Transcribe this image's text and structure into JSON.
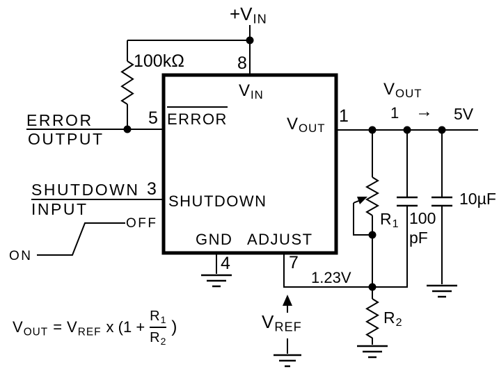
{
  "supply_label": {
    "base": "+V",
    "sub": "IN"
  },
  "pullup_resistor_value": "100kΩ",
  "ic": {
    "pin_numbers": {
      "vin": "8",
      "error": "5",
      "vout": "1",
      "shutdown": "3",
      "gnd": "4",
      "adjust": "7"
    },
    "pin_labels": {
      "vin": {
        "base": "V",
        "sub": "IN"
      },
      "error": "ERROR",
      "vout": {
        "base": "V",
        "sub": "OUT"
      },
      "shutdown": "SHUTDOWN",
      "gnd": "GND",
      "adjust": "ADJUST"
    }
  },
  "left_labels": {
    "error_output": [
      "ERROR",
      "OUTPUT"
    ],
    "shutdown_input": [
      "SHUTDOWN",
      "INPUT"
    ],
    "switch": {
      "off": "OFF",
      "on": "ON"
    }
  },
  "output_rail": {
    "title": {
      "base": "V",
      "sub": "OUT"
    },
    "range": {
      "from": "1",
      "arrow": "→",
      "to": "5V"
    }
  },
  "components": {
    "r1": {
      "base": "R",
      "sub": "1"
    },
    "r2": {
      "base": "R",
      "sub": "2"
    },
    "c1": [
      "100",
      "pF"
    ],
    "c2": "10µF"
  },
  "adjust_pin_voltage": "1.23V",
  "vref_label": {
    "base": "V",
    "sub": "REF"
  },
  "formula": {
    "lhs": {
      "base": "V",
      "sub": "OUT"
    },
    "equals": "=",
    "rhs_ref": {
      "base": "V",
      "sub": "REF"
    },
    "operator": "x (1 +",
    "fraction": {
      "num": {
        "base": "R",
        "sub": "1"
      },
      "den": {
        "base": "R",
        "sub": "2"
      }
    },
    "close_paren": ")"
  },
  "colors": {
    "ink": "#000000",
    "paper": "#ffffff"
  }
}
